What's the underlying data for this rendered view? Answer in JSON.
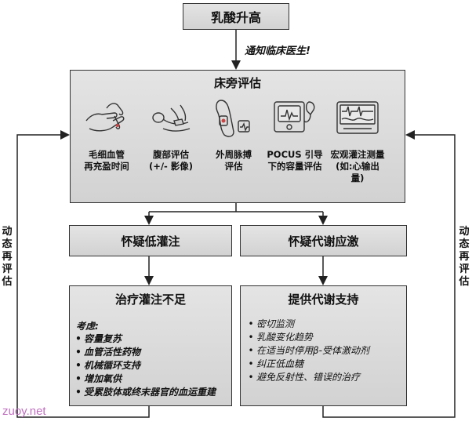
{
  "top_title": "乳酸升高",
  "notify_label": "通知临床医生!",
  "assessment": {
    "title": "床旁评估",
    "items": [
      {
        "icon": "hand-capillary-refill-icon",
        "label_line1": "毛细血管",
        "label_line2": "再充盈时间"
      },
      {
        "icon": "abdominal-exam-icon",
        "label_line1": "腹部评估",
        "label_line2": "(+/- 影像)"
      },
      {
        "icon": "pulse-palpation-icon",
        "label_line1": "外周脉搏",
        "label_line2": "评估"
      },
      {
        "icon": "ultrasound-machine-icon",
        "label_line1": "POCUS 引导",
        "label_line2": "下的容量评估"
      },
      {
        "icon": "hemodynamic-monitor-icon",
        "label_line1": "宏观灌注测量",
        "label_line2": "(如:心输出",
        "label_line3": "量)"
      }
    ]
  },
  "branch_left": {
    "title": "怀疑低灌注",
    "result_title": "治疗灌注不足",
    "consider_label": "考虑:",
    "items": [
      "容量复苏",
      "血管活性药物",
      "机械循环支持",
      "增加氧供",
      "受累肢体或终末器官的血运重建"
    ]
  },
  "branch_right": {
    "title": "怀疑代谢应激",
    "result_title": "提供代谢支持",
    "items": [
      "密切监测",
      "乳酸变化趋势",
      "在适当时停用β-受体激动剂",
      "纠正低血糖",
      "避免反射性、错误的治疗"
    ]
  },
  "side_label_left": [
    "动",
    "态",
    "再",
    "评",
    "估"
  ],
  "side_label_right": [
    "动",
    "态",
    "再",
    "评",
    "估"
  ],
  "watermark": "zuoy.net"
}
